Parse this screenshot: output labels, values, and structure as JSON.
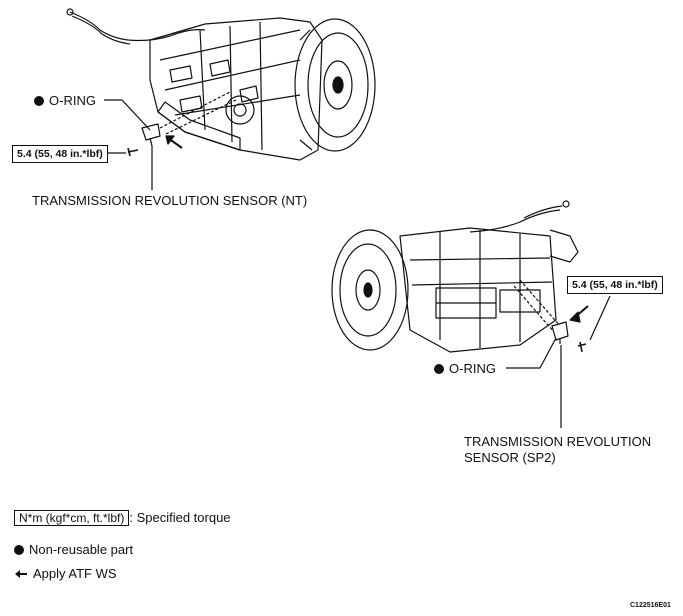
{
  "upper": {
    "oring_label": "O-RING",
    "torque": "5.4 (55, 48 in.*lbf)",
    "sensor_label": "TRANSMISSION REVOLUTION SENSOR (NT)"
  },
  "lower": {
    "oring_label": "O-RING",
    "torque": "5.4 (55, 48 in.*lbf)",
    "sensor_label_line1": "TRANSMISSION REVOLUTION",
    "sensor_label_line2": "SENSOR (SP2)"
  },
  "legend": {
    "torque_unit": "N*m (kgf*cm, ft.*lbf)",
    "torque_desc": ": Specified torque",
    "nonreusable": "Non-reusable part",
    "atf": "Apply ATF WS"
  },
  "figure_code": "C122516E01"
}
